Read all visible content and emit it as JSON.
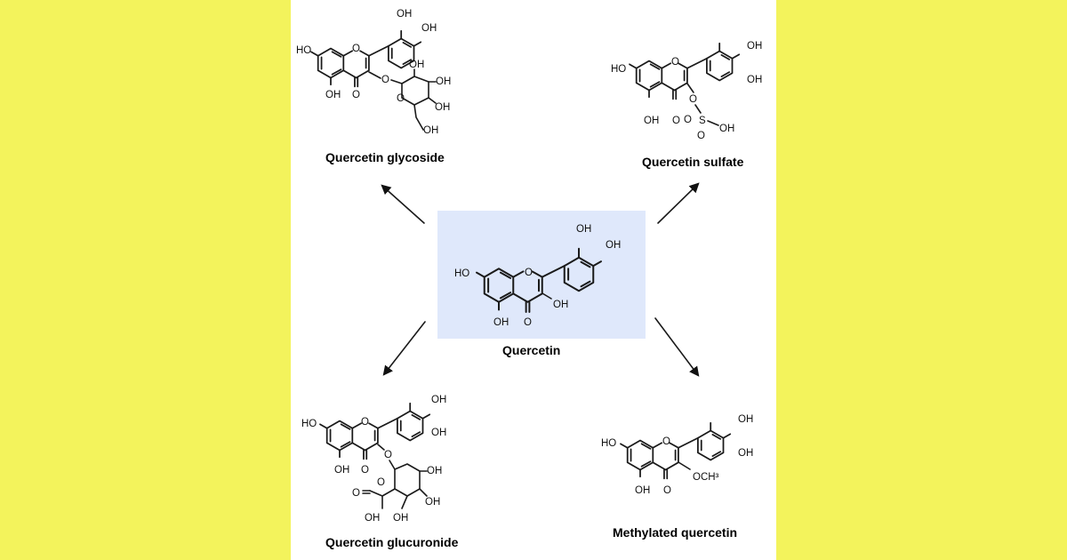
{
  "colors": {
    "background": "#f3f35c",
    "panel": "#ffffff",
    "center_box": "#dfe8fb",
    "ink": "#111111"
  },
  "center": {
    "name": "Quercetin",
    "labels": {
      "oh_top": "OH",
      "oh_right": "OH",
      "ho_left": "HO",
      "oh_3": "OH",
      "oh_5": "OH",
      "o_ring": "O",
      "o_keto": "O"
    }
  },
  "glycoside": {
    "name": "Quercetin glycoside",
    "labels": {
      "oh_top": "OH",
      "oh_right": "OH",
      "ho_left": "HO",
      "oh_5": "OH",
      "o_ring": "O",
      "o_keto": "O",
      "o_link": "O",
      "sugar_o": "O",
      "sugar_oh1": "OH",
      "sugar_oh2": "OH",
      "sugar_oh3": "OH",
      "sugar_oh4": "OH"
    }
  },
  "sulfate": {
    "name": "Quercetin sulfate",
    "labels": {
      "oh_top": "OH",
      "oh_right": "OH",
      "ho_left": "HO",
      "oh_5": "OH",
      "o_ring": "O",
      "o_keto": "O",
      "o_link": "O",
      "s": "S",
      "so_oh": "OH",
      "s_o1": "O",
      "s_o2": "O"
    }
  },
  "glucuronide": {
    "name": "Quercetin glucuronide",
    "labels": {
      "oh_top": "OH",
      "oh_right": "OH",
      "ho_left": "HO",
      "oh_5": "OH",
      "o_ring": "O",
      "o_keto": "O",
      "o_link": "O",
      "sugar_o": "O",
      "sugar_oh1": "OH",
      "sugar_oh2": "OH",
      "acid_o": "O",
      "acid_oh": "OH",
      "sugar_oh3": "OH"
    }
  },
  "methylated": {
    "name": "Methylated quercetin",
    "labels": {
      "oh_top": "OH",
      "oh_right": "OH",
      "ho_left": "HO",
      "oh_5": "OH",
      "o_ring": "O",
      "o_keto": "O",
      "och3": "OCH³"
    }
  }
}
